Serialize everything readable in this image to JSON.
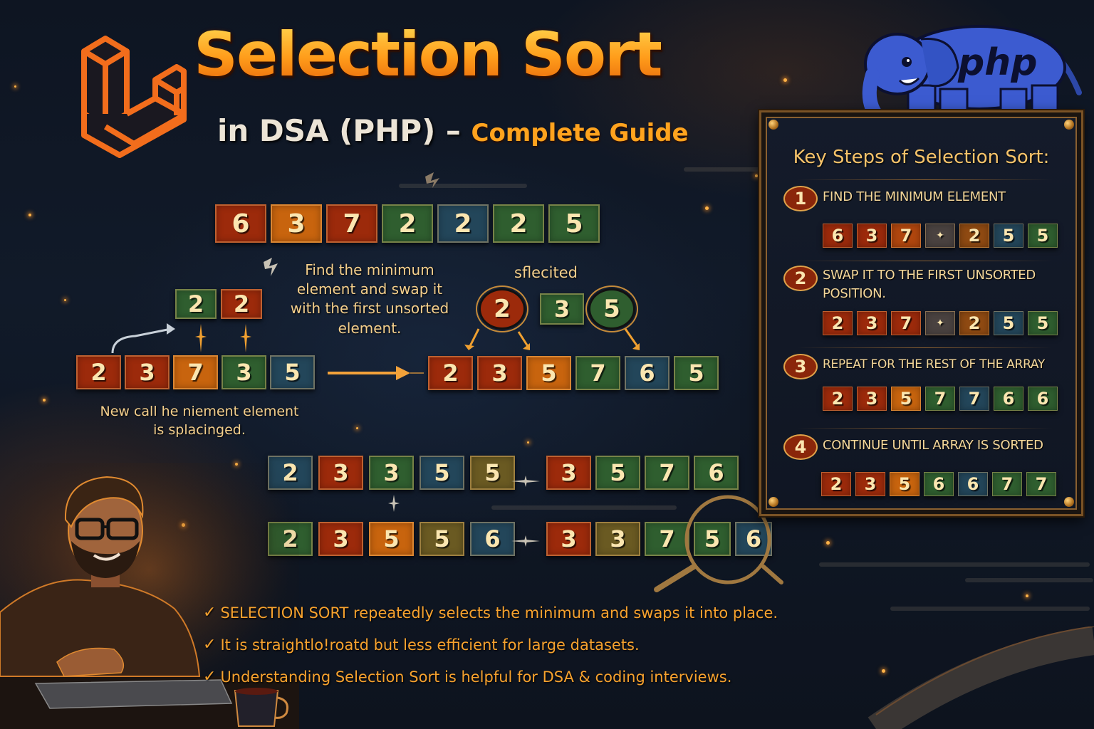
{
  "header": {
    "title": "Selection Sort",
    "subtitle_prefix": "in DSA (PHP) –",
    "subtitle_accent": "Complete Guide",
    "logo_left": "laravel-logo",
    "logo_right": {
      "icon": "php-elephant-logo",
      "text": "php"
    }
  },
  "diagram": {
    "initial_array": [
      6,
      3,
      7,
      2,
      2,
      2,
      5
    ],
    "swap_pair": [
      2,
      2
    ],
    "left_array": [
      2,
      3,
      7,
      3,
      5
    ],
    "right_array": [
      2,
      3,
      5,
      7,
      6,
      5
    ],
    "selected_group": [
      2,
      3,
      5
    ],
    "selected_label": "sflecited",
    "caption_center": "Find the minimum element and swap it with the first unsorted element.",
    "caption_center_lines": [
      "Find the minimum",
      "element and swap it",
      "with the first unsorted",
      "element."
    ],
    "caption_left_lines": [
      "New call he niement element",
      "is splacinged."
    ],
    "row_a_left": [
      2,
      3,
      3,
      5,
      5
    ],
    "row_a_right": [
      3,
      5,
      7,
      6
    ],
    "row_b_left": [
      2,
      3,
      5,
      5,
      6
    ],
    "row_b_right": [
      3,
      3,
      7,
      5,
      6
    ]
  },
  "panel": {
    "title": "Key Steps of Selection Sort:",
    "steps": [
      {
        "number": "1",
        "label": "FIND THE MINIMUM ELEMENT",
        "array": [
          "6",
          "3",
          "7",
          "✦",
          "2",
          "5",
          "5"
        ]
      },
      {
        "number": "2",
        "label_lines": [
          "SWAP IT TO THE FIRST UNSORTED",
          "POSITION."
        ],
        "array": [
          "2",
          "3",
          "7",
          "✦",
          "2",
          "5",
          "5"
        ]
      },
      {
        "number": "3",
        "label": "REPEAT FOR THE REST OF THE ARRAY",
        "array": [
          "2",
          "3",
          "5",
          "7",
          "7",
          "6",
          "6"
        ]
      },
      {
        "number": "4",
        "label": "CONTINUE UNTIL ARRAY IS SORTED",
        "array": [
          "2",
          "3",
          "5",
          "6",
          "6",
          "7",
          "7"
        ]
      }
    ]
  },
  "bullets": [
    {
      "icon": "check-icon",
      "text": "SELECTION SORT repeatedly selects the minimum and swaps it into place."
    },
    {
      "icon": "check-icon",
      "text": "It is straightlo!roatd but less efficient for large datasets."
    },
    {
      "icon": "check-icon",
      "text": "Understanding Selection Sort is helpful for DSA & coding interviews."
    }
  ],
  "check_glyph": "✓",
  "colors": {
    "title_orange": "#ffa51f",
    "tile_red": "#9c2a0b",
    "tile_orange": "#c8640e",
    "tile_green": "#2f5e2f",
    "tile_blue": "#23465a",
    "panel_border": "#7a5326",
    "background": "#0e1522"
  }
}
